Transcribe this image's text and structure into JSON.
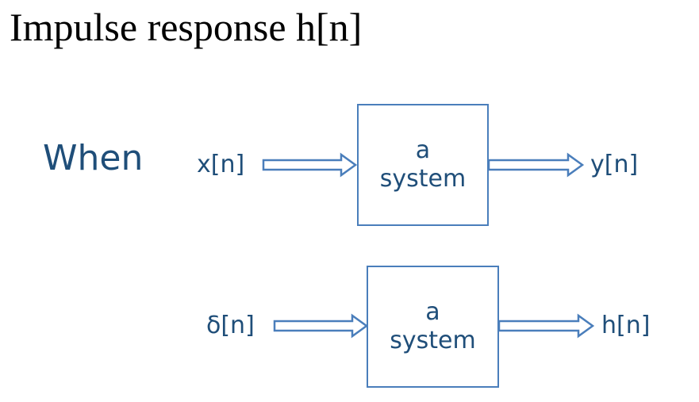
{
  "title": "Impulse response h[n]",
  "when_label": "When",
  "rows": [
    {
      "input": "x[n]",
      "box_line1": "a",
      "box_line2": "system",
      "output": "y[n]"
    },
    {
      "input": "δ[n]",
      "box_line1": "a",
      "box_line2": "system",
      "output": "h[n]"
    }
  ],
  "colors": {
    "text": "#1f4e79",
    "stroke": "#4a7ebb",
    "title": "#000000"
  }
}
